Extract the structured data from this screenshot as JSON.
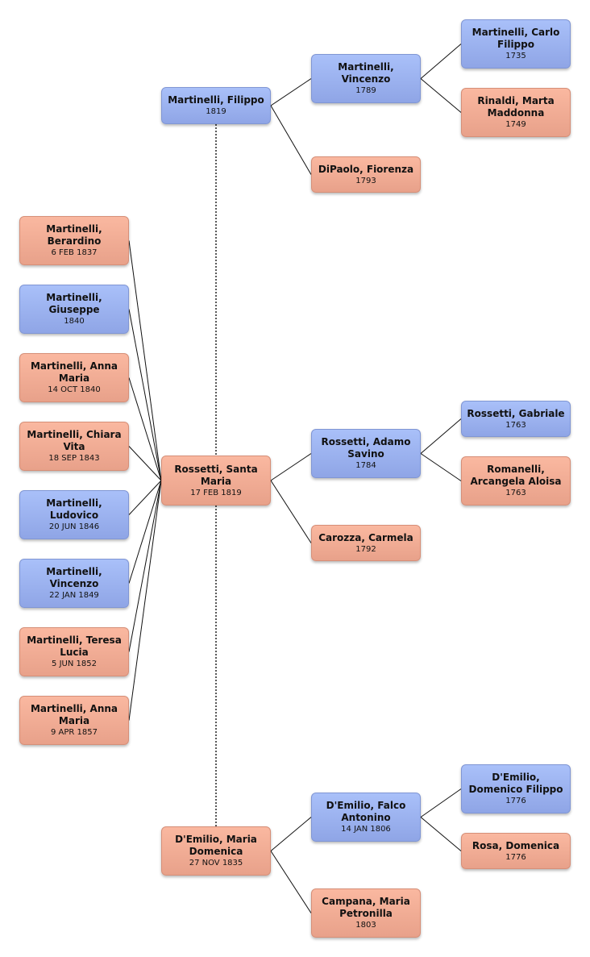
{
  "people": [
    {
      "id": "filippo-1819",
      "name": "Martinelli, Filippo",
      "date": "1819",
      "sex": "male"
    },
    {
      "id": "vincenzo-1789",
      "name": "Martinelli, Vincenzo",
      "date": "1789",
      "sex": "male"
    },
    {
      "id": "carlo-filippo-1735",
      "name": "Martinelli, Carlo Filippo",
      "date": "1735",
      "sex": "male"
    },
    {
      "id": "marta-1749",
      "name": "Rinaldi, Marta Maddonna",
      "date": "1749",
      "sex": "female"
    },
    {
      "id": "fiorenza-1793",
      "name": "DiPaolo, Fiorenza",
      "date": "1793",
      "sex": "female"
    },
    {
      "id": "berardino-1837",
      "name": "Martinelli, Berardino",
      "date": "6 FEB 1837",
      "sex": "female"
    },
    {
      "id": "giuseppe-1840",
      "name": "Martinelli, Giuseppe",
      "date": "1840",
      "sex": "male"
    },
    {
      "id": "anna-maria-1840",
      "name": "Martinelli, Anna Maria",
      "date": "14 OCT 1840",
      "sex": "female"
    },
    {
      "id": "chiara-vita-1843",
      "name": "Martinelli, Chiara Vita",
      "date": "18 SEP 1843",
      "sex": "female"
    },
    {
      "id": "ludovico-1846",
      "name": "Martinelli, Ludovico",
      "date": "20 JUN 1846",
      "sex": "male"
    },
    {
      "id": "vincenzo-1849",
      "name": "Martinelli, Vincenzo",
      "date": "22 JAN 1849",
      "sex": "male"
    },
    {
      "id": "teresa-lucia-1852",
      "name": "Martinelli, Teresa Lucia",
      "date": "5 JUN 1852",
      "sex": "female"
    },
    {
      "id": "anna-maria-1857",
      "name": "Martinelli, Anna Maria",
      "date": "9 APR 1857",
      "sex": "female"
    },
    {
      "id": "santa-maria-1819",
      "name": "Rossetti, Santa Maria",
      "date": "17 FEB 1819",
      "sex": "female"
    },
    {
      "id": "adamo-savino-1784",
      "name": "Rossetti, Adamo Savino",
      "date": "1784",
      "sex": "male"
    },
    {
      "id": "gabriale-1763",
      "name": "Rossetti, Gabriale",
      "date": "1763",
      "sex": "male"
    },
    {
      "id": "arcangela-1763",
      "name": "Romanelli, Arcangela Aloisa",
      "date": "1763",
      "sex": "female"
    },
    {
      "id": "carmela-1792",
      "name": "Carozza, Carmela",
      "date": "1792",
      "sex": "female"
    },
    {
      "id": "maria-domenica-1835",
      "name": "D'Emilio, Maria Domenica",
      "date": "27 NOV 1835",
      "sex": "female"
    },
    {
      "id": "falco-antonino-1806",
      "name": "D'Emilio, Falco Antonino",
      "date": "14 JAN 1806",
      "sex": "male"
    },
    {
      "id": "domenico-filippo-1776",
      "name": "D'Emilio, Domenico Filippo",
      "date": "1776",
      "sex": "male"
    },
    {
      "id": "domenica-1776",
      "name": "Rosa, Domenica",
      "date": "1776",
      "sex": "female"
    },
    {
      "id": "maria-petronilla-1803",
      "name": "Campana, Maria Petronilla",
      "date": "1803",
      "sex": "female"
    }
  ],
  "parent_links": [
    {
      "child": "filippo-1819",
      "parent": "vincenzo-1789"
    },
    {
      "child": "filippo-1819",
      "parent": "fiorenza-1793"
    },
    {
      "child": "vincenzo-1789",
      "parent": "carlo-filippo-1735"
    },
    {
      "child": "vincenzo-1789",
      "parent": "marta-1749"
    },
    {
      "child": "santa-maria-1819",
      "parent": "adamo-savino-1784"
    },
    {
      "child": "santa-maria-1819",
      "parent": "carmela-1792"
    },
    {
      "child": "adamo-savino-1784",
      "parent": "gabriale-1763"
    },
    {
      "child": "adamo-savino-1784",
      "parent": "arcangela-1763"
    },
    {
      "child": "maria-domenica-1835",
      "parent": "falco-antonino-1806"
    },
    {
      "child": "maria-domenica-1835",
      "parent": "maria-petronilla-1803"
    },
    {
      "child": "falco-antonino-1806",
      "parent": "domenico-filippo-1776"
    },
    {
      "child": "falco-antonino-1806",
      "parent": "domenica-1776"
    }
  ],
  "mother_of": {
    "mother": "santa-maria-1819",
    "children": [
      "berardino-1837",
      "giuseppe-1840",
      "anna-maria-1840",
      "chiara-vita-1843",
      "ludovico-1846",
      "vincenzo-1849",
      "teresa-lucia-1852",
      "anna-maria-1857"
    ]
  },
  "spouse_links": [
    {
      "a": "filippo-1819",
      "b": "santa-maria-1819"
    },
    {
      "a": "santa-maria-1819",
      "b": "maria-domenica-1835"
    }
  ],
  "colors": {
    "male_fill": "#97aeee",
    "female_fill": "#f2ac94",
    "connector": "#111111"
  }
}
